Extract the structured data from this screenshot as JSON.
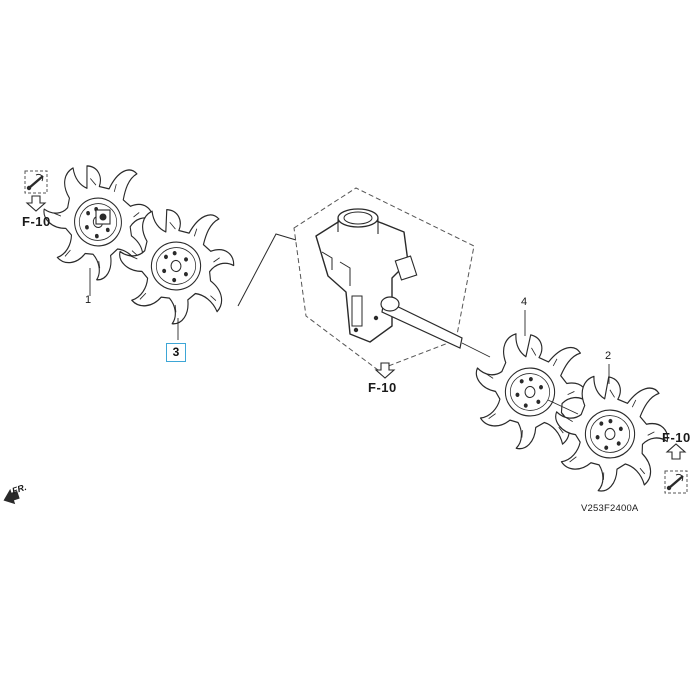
{
  "part_labels": {
    "tine_outer_left": "1",
    "tine_outer_right": "2",
    "tine_inner_left": "3",
    "tine_inner_right": "4"
  },
  "refs": {
    "top_left": "F-10",
    "center": "F-10",
    "right": "F-10"
  },
  "front_marker": "FR.",
  "diagram_code": "V253F2400A",
  "colors": {
    "line": "#2a2a2a",
    "callout_border": "#3da6d6",
    "dashed": "#555555"
  },
  "icons": [
    "bolt-clip-icon",
    "arrow-down-icon",
    "front-direction-icon"
  ]
}
